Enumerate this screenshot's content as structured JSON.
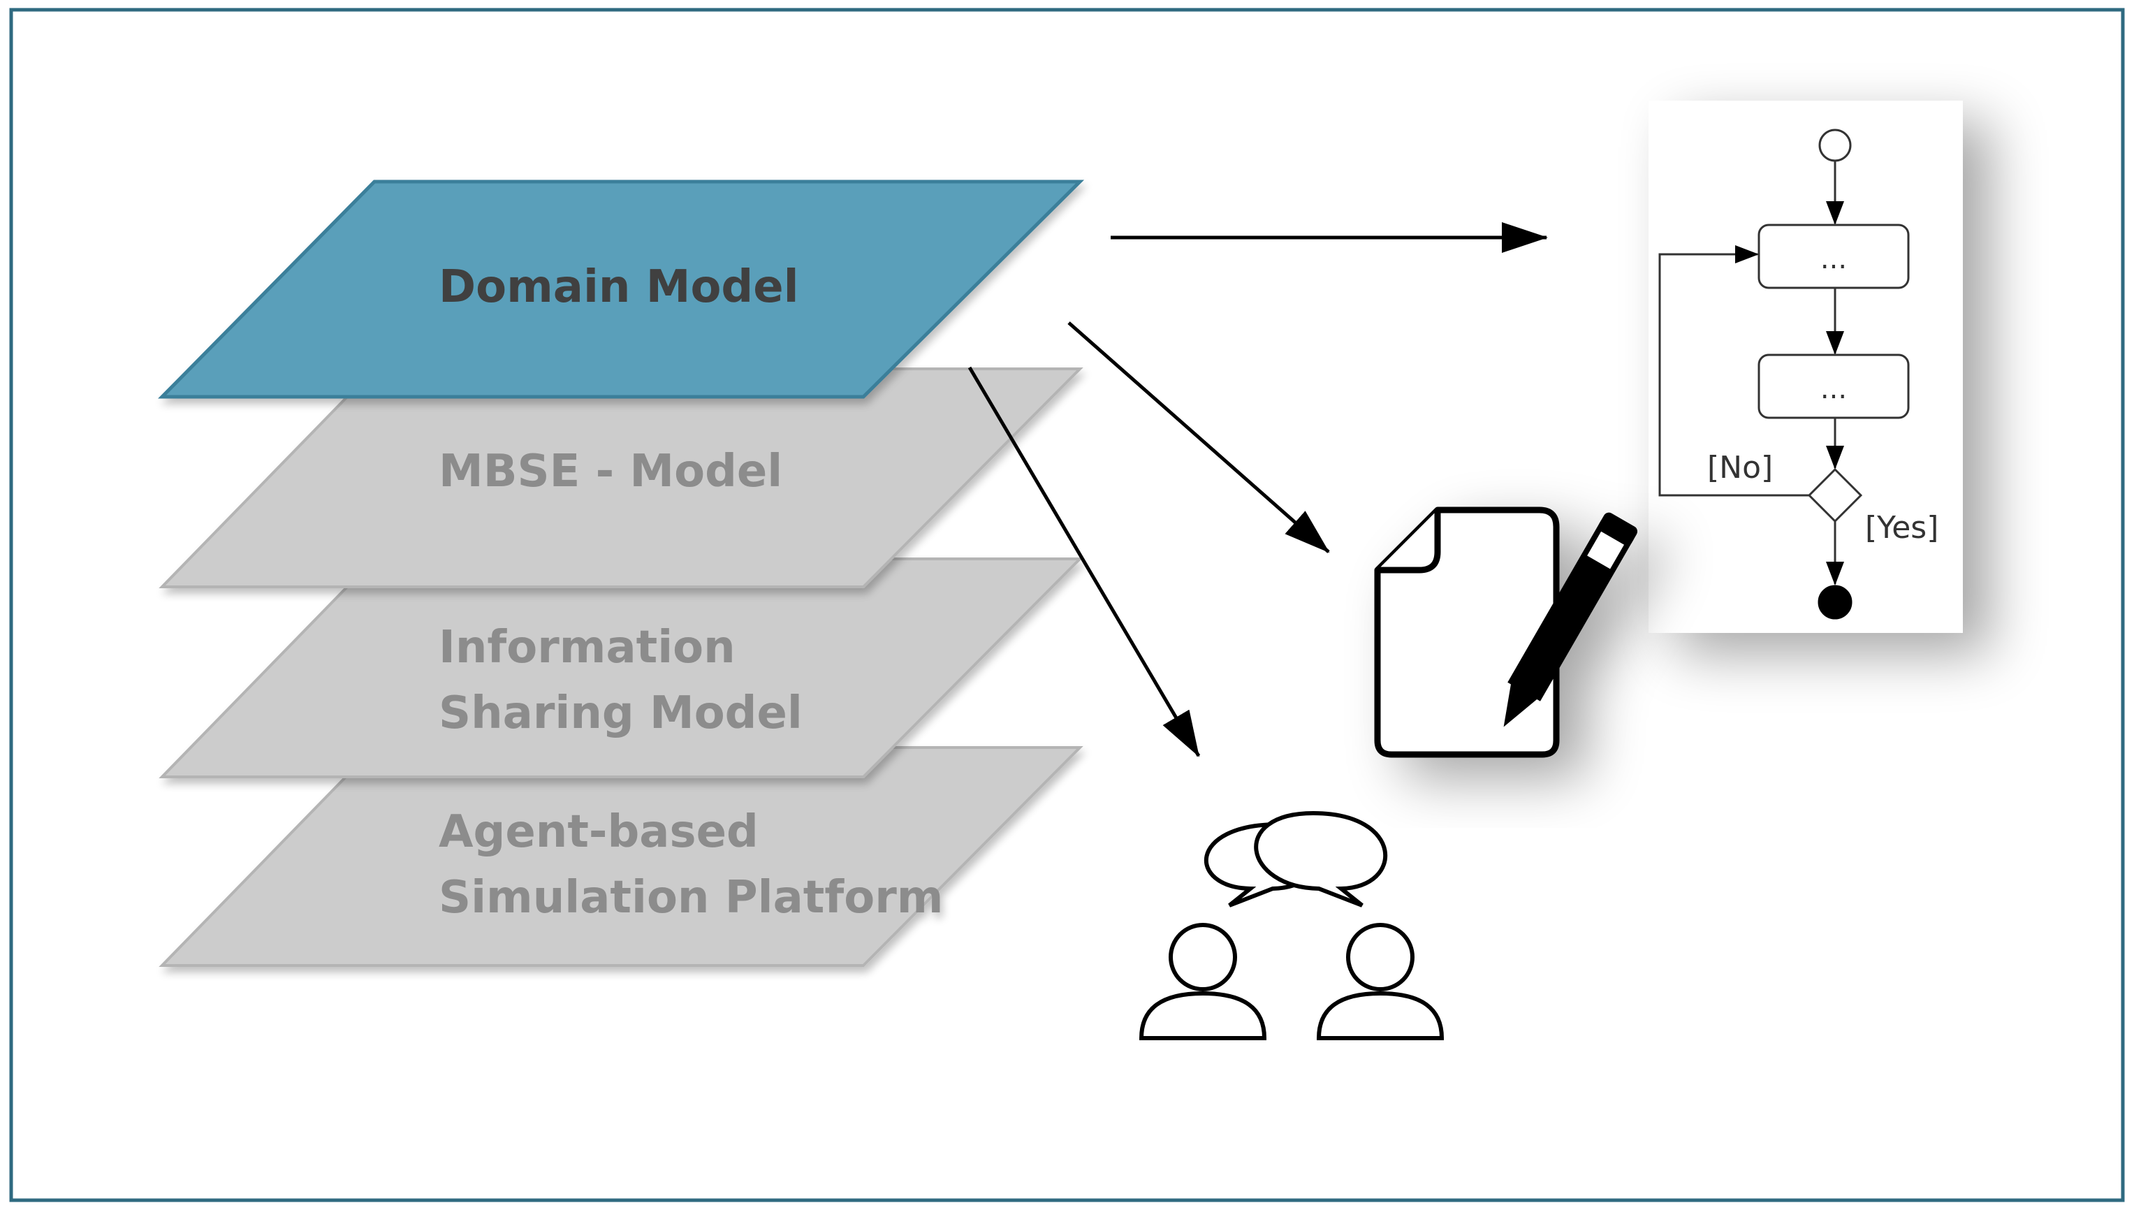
{
  "layers": [
    {
      "id": "domain",
      "lines": [
        "Domain Model"
      ],
      "fill": "#5a9fba",
      "edge": "#3b7f9a",
      "text_color": "#3f3f3f",
      "highlighted": true
    },
    {
      "id": "mbse",
      "lines": [
        "MBSE - Model"
      ],
      "fill": "#cccccc",
      "edge": "#b4b4b4",
      "text_color": "#8c8c8c",
      "highlighted": false
    },
    {
      "id": "info",
      "lines": [
        "Information",
        "Sharing Model"
      ],
      "fill": "#cccccc",
      "edge": "#b4b4b4",
      "text_color": "#8c8c8c",
      "highlighted": false
    },
    {
      "id": "agent",
      "lines": [
        "Agent-based",
        "Simulation Platform"
      ],
      "fill": "#cccccc",
      "edge": "#b4b4b4",
      "text_color": "#8c8c8c",
      "highlighted": false
    }
  ],
  "activity_diagram": {
    "action_1": "...",
    "action_2": "...",
    "guard_no": "[No]",
    "guard_yes": "[Yes]"
  },
  "icons": [
    "document-edit-icon",
    "people-discussion-icon"
  ],
  "colors": {
    "frame": "#2f6a80",
    "arrow": "#000000"
  }
}
